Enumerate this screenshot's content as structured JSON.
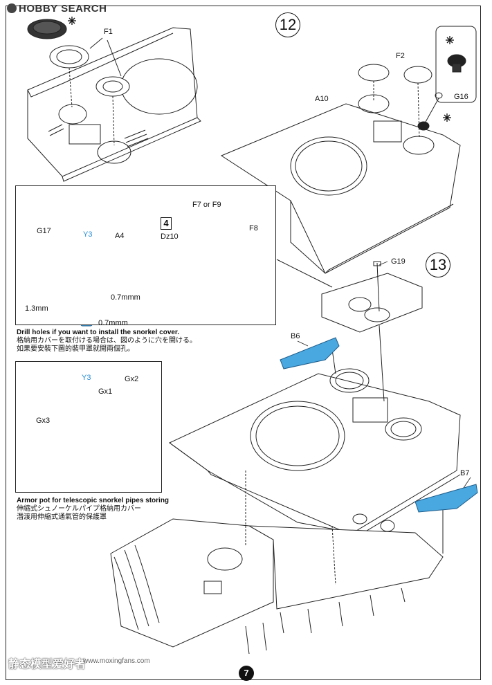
{
  "watermark_top": "HOBBY SEARCH",
  "watermark_bottom": "静态模型爱好者",
  "watermark_url": "www.moxingfans.com",
  "page_number": "7",
  "steps": {
    "step12": "12",
    "step13": "13"
  },
  "labels": {
    "f1": "F1",
    "f2": "F2",
    "a10": "A10",
    "g16": "G16",
    "g17": "G17",
    "y3": "Y3",
    "a4": "A4",
    "f7f9": "F7 or F9",
    "f8": "F8",
    "dz10": "Dz10",
    "step4": "4",
    "mm13": "1.3mm",
    "mm07a": "0.7mmm",
    "mm07b": "0.7mmm",
    "g19": "G19",
    "b6": "B6",
    "b7": "B7",
    "y3b": "Y3",
    "gx1": "Gx1",
    "gx2": "Gx2",
    "gx3": "Gx3"
  },
  "captions": {
    "snorkel_en": "Drill holes if you want to install the snorkel cover.",
    "snorkel_jp": "格納用カバーを取付ける場合は、図のように穴を開ける。",
    "snorkel_cn": "如果要安裝下圖的裝甲罩就開兩個孔。",
    "pot_en": "Armor pot for telescopic snorkel pipes storing",
    "pot_jp": "伸縮式シュノーケルパイプ格納用カバー",
    "pot_cn": "潛渡用伸縮式通氣管的保護罩"
  },
  "colors": {
    "blue_part": "#4aa8e0",
    "line": "#222222"
  }
}
